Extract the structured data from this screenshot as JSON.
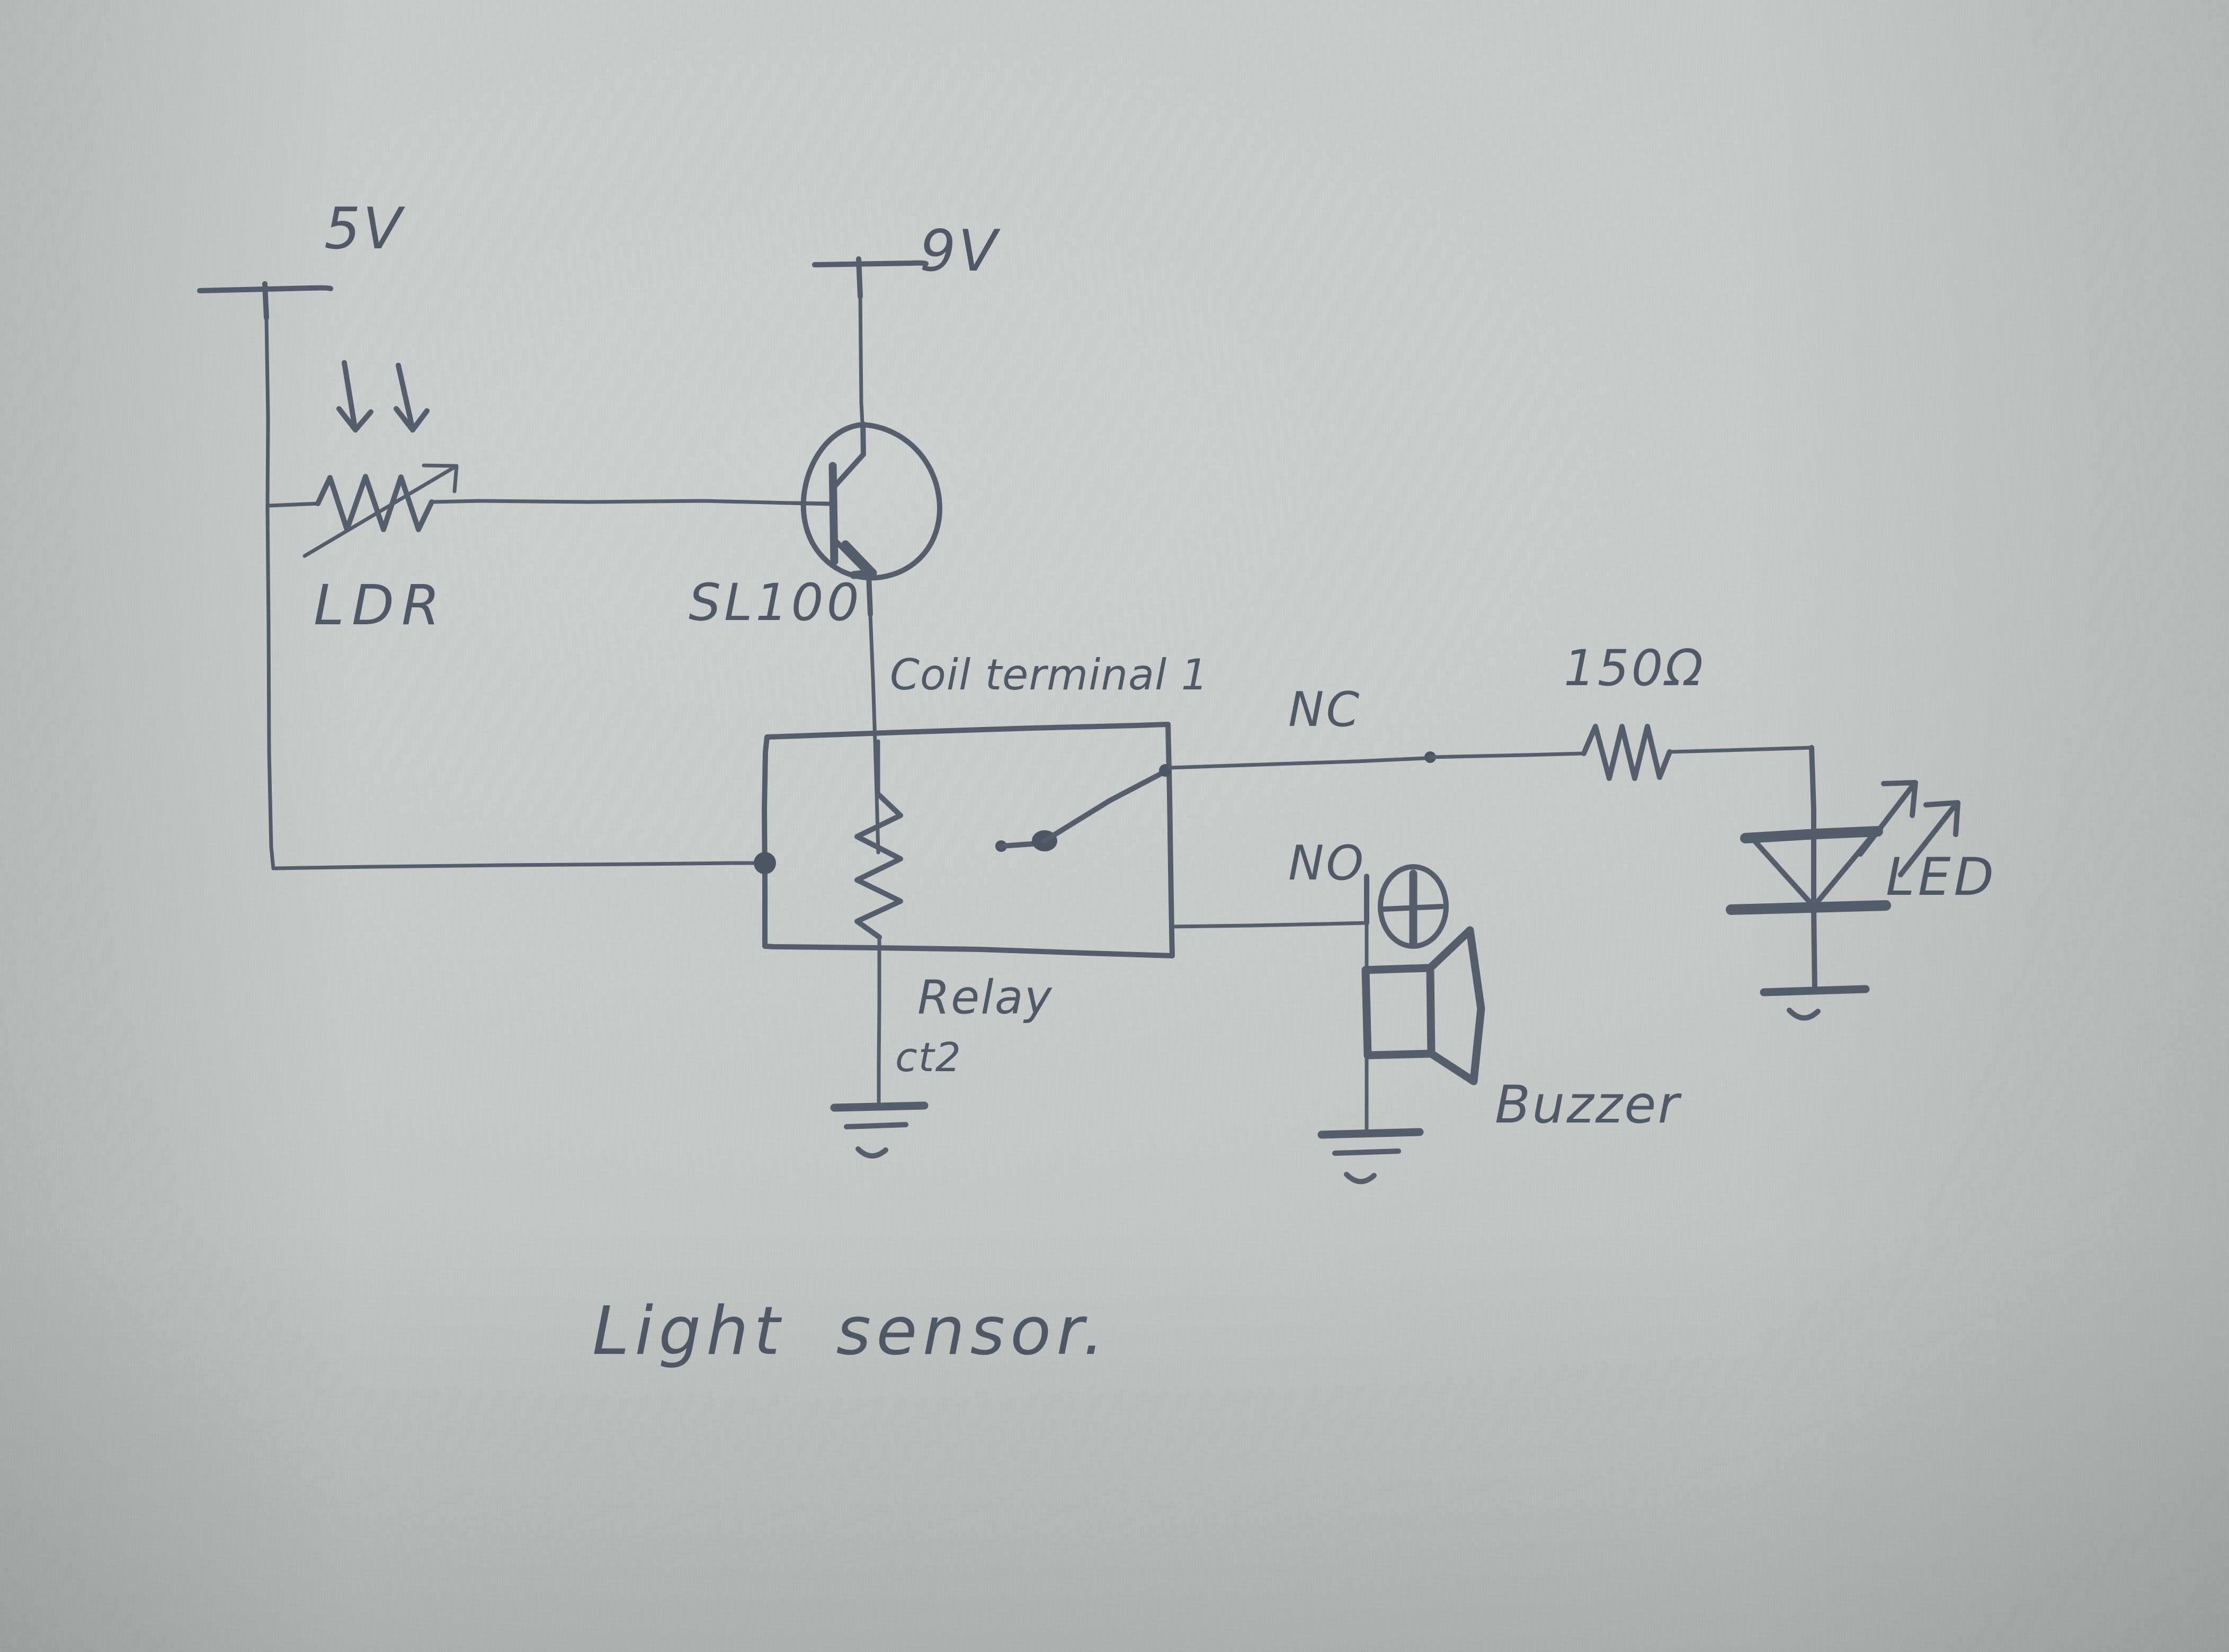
{
  "diagram": {
    "title": "Light sensor.",
    "kind": "hand-drawn circuit schematic",
    "medium": "pencil on gray paper"
  },
  "labels": {
    "supply_5v": "5V",
    "supply_9v": "9V",
    "ldr": "LDR",
    "transistor": "SL100",
    "coil_terminal_1": "Coil terminal 1",
    "relay": "Relay",
    "coil_terminal_2": "ct2",
    "contact_nc": "NC",
    "contact_no": "NO",
    "resistor_value": "150Ω",
    "led": "LED",
    "buzzer": "Buzzer"
  },
  "components": [
    {
      "name": "5V supply rail",
      "symbol": "voltage-rail",
      "label": "5V"
    },
    {
      "name": "9V supply rail",
      "symbol": "voltage-rail",
      "label": "9V"
    },
    {
      "name": "Light dependent resistor",
      "symbol": "photoresistor",
      "label": "LDR"
    },
    {
      "name": "NPN transistor",
      "symbol": "npn-transistor",
      "label": "SL100"
    },
    {
      "name": "Relay",
      "symbol": "spdt-relay",
      "label": "Relay"
    },
    {
      "name": "Relay coil",
      "symbol": "coil-resistor",
      "label": "Coil terminal 1 / ct2"
    },
    {
      "name": "Current limiting resistor",
      "symbol": "resistor",
      "label": "150Ω"
    },
    {
      "name": "Light emitting diode",
      "symbol": "led-diode",
      "label": "LED"
    },
    {
      "name": "Piezo buzzer",
      "symbol": "speaker-horn",
      "label": "Buzzer"
    },
    {
      "name": "Ground",
      "symbol": "ground",
      "label": ""
    }
  ],
  "colors": {
    "paper": "#c6c9c8",
    "ink": "#555f6b",
    "ink_dark": "#4d5764"
  }
}
